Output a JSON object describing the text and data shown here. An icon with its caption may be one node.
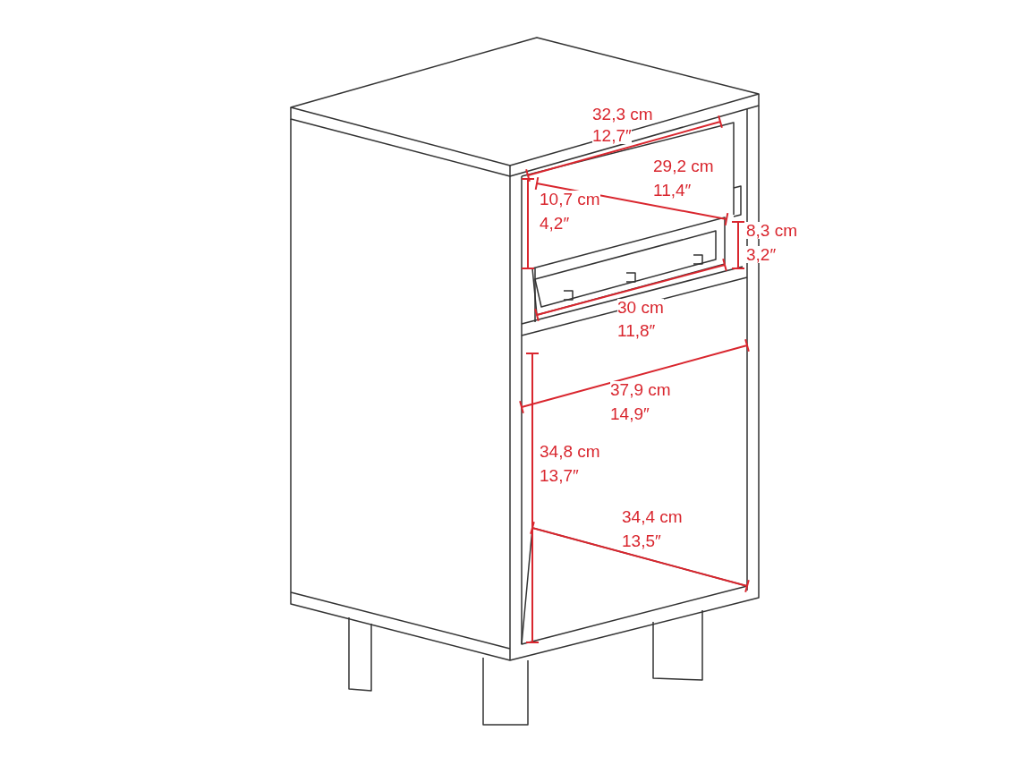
{
  "diagram": {
    "labels": [
      "32,3 cm",
      "12,7″",
      "29,2 cm",
      "11,4″",
      "10,7 cm",
      "4,2″",
      "8,3 cm",
      "3,2″",
      "30 cm",
      "11,8″",
      "37,9 cm",
      "14,9″",
      "34,8 cm",
      "13,7″",
      "34,4 cm",
      "13,5″"
    ]
  }
}
